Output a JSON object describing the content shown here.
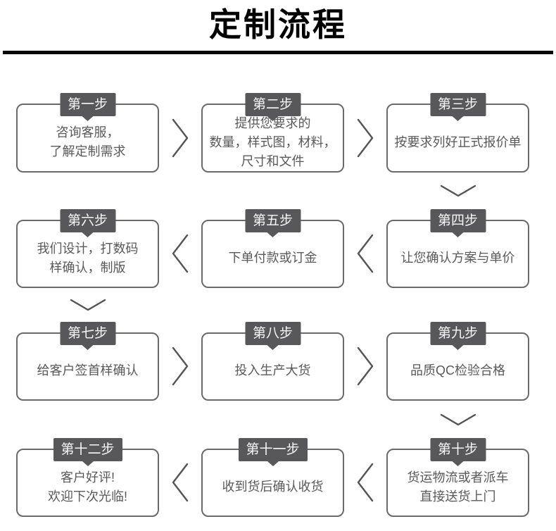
{
  "page": {
    "title": "定制流程"
  },
  "colors": {
    "background": "#ffffff",
    "title_text": "#000000",
    "rule": "#0a0a0a",
    "tab_bg": "#58585a",
    "tab_text": "#f7f7f7",
    "box_border": "#6a6a6a",
    "body_text": "#595959",
    "arrow": "#545454"
  },
  "icons": {
    "arrow_right": "chevron-right",
    "arrow_left": "chevron-left",
    "arrow_down": "chevron-down"
  },
  "rows": [
    {
      "arrow": "right",
      "connector_below": "right",
      "boxes": [
        {
          "label": "第一步",
          "lines": [
            "咨询客服，",
            "了解定制需求"
          ]
        },
        {
          "label": "第二步",
          "lines": [
            "提供您要求的",
            "数量，样式图，材料，",
            "尺寸和文件"
          ]
        },
        {
          "label": "第三步",
          "lines": [
            "按要求列好正式报价单"
          ]
        }
      ]
    },
    {
      "arrow": "left",
      "connector_below": "left",
      "boxes": [
        {
          "label": "第六步",
          "lines": [
            "我们设计，打数码",
            "样确认，制版"
          ]
        },
        {
          "label": "第五步",
          "lines": [
            "下单付款或订金"
          ]
        },
        {
          "label": "第四步",
          "lines": [
            "让您确认方案与单价"
          ]
        }
      ]
    },
    {
      "arrow": "right",
      "connector_below": "right",
      "boxes": [
        {
          "label": "第七步",
          "lines": [
            "给客户签首样确认"
          ]
        },
        {
          "label": "第八步",
          "lines": [
            "投入生产大货"
          ]
        },
        {
          "label": "第九步",
          "lines": [
            "品质QC检验合格"
          ]
        }
      ]
    },
    {
      "arrow": "left",
      "connector_below": null,
      "boxes": [
        {
          "label": "第十二步",
          "lines": [
            "客户好评!",
            "欢迎下次光临!"
          ]
        },
        {
          "label": "第十一步",
          "lines": [
            "收到货后确认收货"
          ]
        },
        {
          "label": "第十步",
          "lines": [
            "货运物流或者派车",
            "直接送货上门"
          ]
        }
      ]
    }
  ]
}
